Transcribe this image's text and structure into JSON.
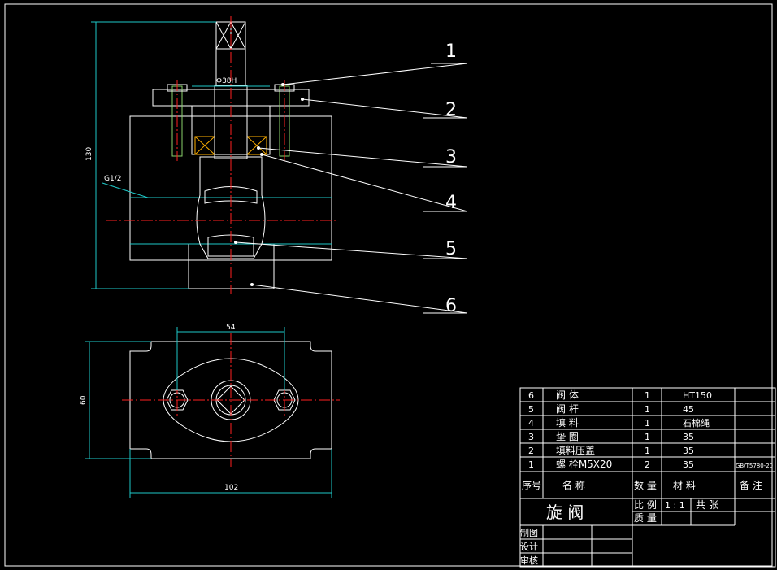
{
  "drawing_title": "旋 阀",
  "dimensions": {
    "height": "130",
    "stem_dia": "Φ38H",
    "thread": "G1/2",
    "hole_spacing": "54",
    "width": "102",
    "depth": "60"
  },
  "callouts": [
    "1",
    "2",
    "3",
    "4",
    "5",
    "6"
  ],
  "parts": [
    {
      "no": "6",
      "name": "阀 体",
      "qty": "1",
      "material": "HT150",
      "note": ""
    },
    {
      "no": "5",
      "name": "阀 杆",
      "qty": "1",
      "material": "45",
      "note": ""
    },
    {
      "no": "4",
      "name": "填 料",
      "qty": "1",
      "material": "石棉绳",
      "note": ""
    },
    {
      "no": "3",
      "name": "垫 圈",
      "qty": "1",
      "material": "35",
      "note": ""
    },
    {
      "no": "2",
      "name": "填料压盖",
      "qty": "1",
      "material": "35",
      "note": ""
    },
    {
      "no": "1",
      "name": "螺 栓M5X20",
      "qty": "2",
      "material": "35",
      "note": "GB/T5780-20"
    }
  ],
  "table_headers": {
    "no": "序号",
    "name": "名 称",
    "qty": "数 量",
    "material": "材 料",
    "note": "备 注"
  },
  "title_block": {
    "scale_label": "比 例",
    "scale_value": "1 : 1",
    "sheets": "共 张",
    "mass_label": "质 量",
    "drawn_by": "制图",
    "designed_by": "设计",
    "checked_by": "审核"
  },
  "colors": {
    "background": "#000000",
    "outline": "#ffffff",
    "dimension": "#1ec8c8",
    "centerline": "#ff2020",
    "hidden": "#ffb000",
    "stud": "#8ad26a"
  }
}
